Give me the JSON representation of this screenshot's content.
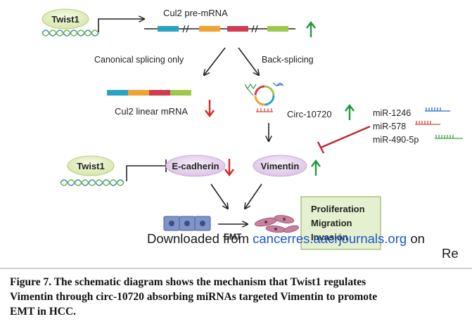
{
  "diagram": {
    "twist1_top": "Twist1",
    "gene_title": "Cul2  pre-mRNA",
    "canonical": "Canonical splicing only",
    "backsplicing": "Back-splicing",
    "linear": "Cul2 linear mRNA",
    "circ": "Circ-10720",
    "mirnas": [
      "miR-1246",
      "miR-578",
      "miR-490-5p"
    ],
    "twist1_mid": "Twist1",
    "ecad": "E-cadherin",
    "vimentin": "Vimentin",
    "emt": "EMT",
    "outcomes": [
      "Proliferation",
      "Migration",
      "Invasion"
    ]
  },
  "colors": {
    "up_arrow": "#1f9a3e",
    "down_arrow": "#d42a25",
    "inhibition": "#c0262c",
    "twist_fill": "#e5f0c5",
    "ecad_fill": "#ead7ef",
    "box_fill": "#e4f0cf",
    "exon_blue": "#2aa3be",
    "exon_orange": "#f0a330",
    "exon_red": "#cf3d52",
    "exon_green": "#9cc94c",
    "mir_blue": "#2a6fc8",
    "mir_red": "#d8403a",
    "mir_green": "#3aa04a"
  },
  "watermark": {
    "prefix": "Downloaded from",
    "link": "cancerres.aacrjournals.org",
    "suffix": "on",
    "line2": "Re"
  },
  "caption": {
    "lines": [
      "Figure 7. The schematic diagram shows the mechanism that Twist1 regulates",
      "Vimentin through circ-10720 absorbing miRNAs targeted Vimentin to promote",
      "EMT in HCC."
    ]
  }
}
